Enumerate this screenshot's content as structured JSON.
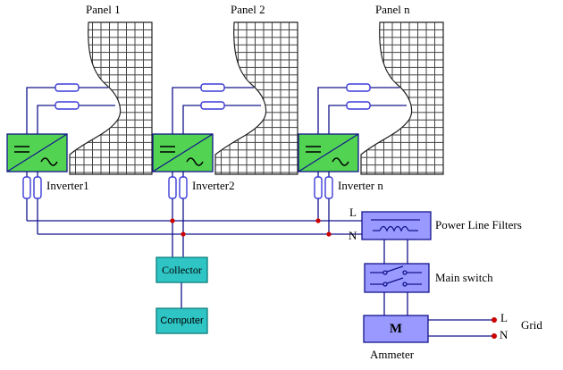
{
  "panels": [
    {
      "label": "Panel 1"
    },
    {
      "label": "Panel 2"
    },
    {
      "label": "Panel n"
    }
  ],
  "inverters": [
    {
      "label": "Inverter1"
    },
    {
      "label": "Inverter2"
    },
    {
      "label": "Inverter n"
    }
  ],
  "bus": {
    "l": "L",
    "n": "N"
  },
  "filter": {
    "label": "Power Line Filters"
  },
  "main_switch": {
    "label": "Main switch"
  },
  "ammeter": {
    "label": "Ammeter",
    "symbol": "M"
  },
  "collector": {
    "label": "Collector"
  },
  "computer": {
    "label": "Computer"
  },
  "grid": {
    "label": "Grid",
    "l": "L",
    "n": "N"
  },
  "colors": {
    "wire": "#14148c",
    "fuse_border": "#3b3bd8",
    "inverter_fill": "#52d452",
    "power_box_fill": "#9999ff",
    "data_box_fill": "#2fc5c5",
    "junction_dot": "#cc0000"
  }
}
